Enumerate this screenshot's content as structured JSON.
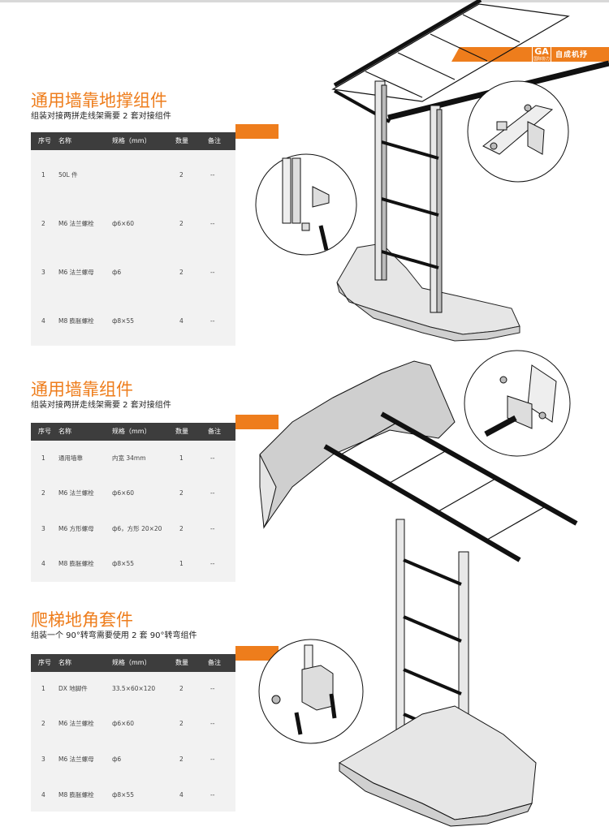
{
  "brand": {
    "logo_mark": "GA",
    "logo_sub": "国际协力",
    "name": "自成机抒",
    "accent_color": "#ee7d1c"
  },
  "table_headers": {
    "no": "序号",
    "name": "名称",
    "spec": "规格（mm）",
    "qty": "数量",
    "note": "备注"
  },
  "sections": [
    {
      "title": "通用墙靠地撑组件",
      "subtitle": "组装对接两拼走线架需要 2 套对接组件",
      "rows": [
        {
          "no": "1",
          "name": "50L 件",
          "spec": "",
          "qty": "2",
          "note": "--"
        },
        {
          "no": "2",
          "name": "M6 法兰螺栓",
          "spec": "ф6×60",
          "qty": "2",
          "note": "--"
        },
        {
          "no": "3",
          "name": "M6 法兰螺母",
          "spec": "ф6",
          "qty": "2",
          "note": "--"
        },
        {
          "no": "4",
          "name": "M8 膨胀螺栓",
          "spec": "ф8×55",
          "qty": "4",
          "note": "--"
        }
      ]
    },
    {
      "title": "通用墙靠组件",
      "subtitle": "组装对接两拼走线架需要 2 套对接组件",
      "rows": [
        {
          "no": "1",
          "name": "通用墙靠",
          "spec": "内宽 34mm",
          "qty": "1",
          "note": "--"
        },
        {
          "no": "2",
          "name": "M6 法兰螺栓",
          "spec": "ф6×60",
          "qty": "2",
          "note": "--"
        },
        {
          "no": "3",
          "name": "M6 方形螺母",
          "spec": "ф6，方形 20×20",
          "qty": "2",
          "note": "--"
        },
        {
          "no": "4",
          "name": "M8 膨胀螺栓",
          "spec": "ф8×55",
          "qty": "1",
          "note": "--"
        }
      ]
    },
    {
      "title": "爬梯地角套件",
      "subtitle": "组装一个 90°转弯需要使用 2 套 90°转弯组件",
      "rows": [
        {
          "no": "1",
          "name": "DX 地脚件",
          "spec": "33.5×60×120",
          "qty": "2",
          "note": "--"
        },
        {
          "no": "2",
          "name": "M6 法兰螺栓",
          "spec": "ф6×60",
          "qty": "2",
          "note": "--"
        },
        {
          "no": "3",
          "name": "M6 法兰螺母",
          "spec": "ф6",
          "qty": "2",
          "note": "--"
        },
        {
          "no": "4",
          "name": "M8 膨胀螺栓",
          "spec": "ф8×55",
          "qty": "4",
          "note": "--"
        }
      ]
    }
  ]
}
